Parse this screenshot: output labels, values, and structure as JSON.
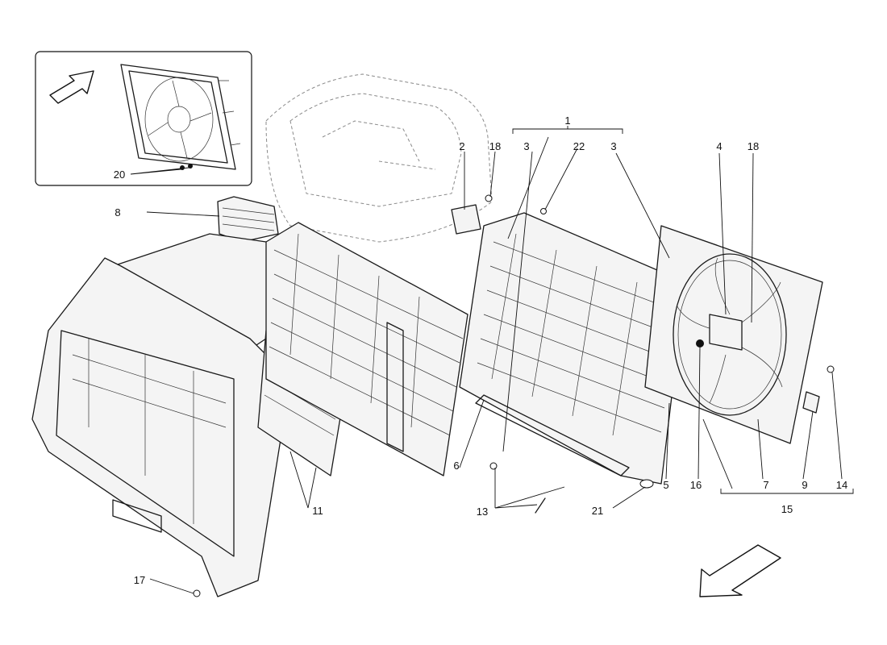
{
  "diagram": {
    "callouts": {
      "c1": "1",
      "c2": "2",
      "c3a": "3",
      "c3b": "3",
      "c4": "4",
      "c5": "5",
      "c6": "6",
      "c7": "7",
      "c8": "8",
      "c9": "9",
      "c11": "11",
      "c13": "13",
      "c14": "14",
      "c15": "15",
      "c16": "16",
      "c17": "17",
      "c18a": "18",
      "c18b": "18",
      "c20": "20",
      "c21": "21",
      "c22": "22"
    }
  }
}
